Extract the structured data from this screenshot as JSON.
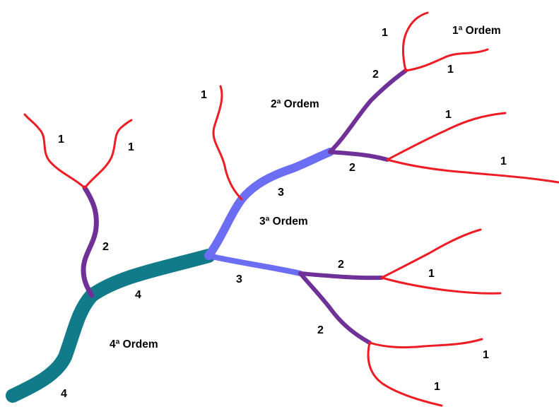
{
  "colors": {
    "order_1": "#ee1c24",
    "order_2": "#6f3198",
    "order_3": "#6b6ef2",
    "order_4": "#127b8a",
    "background": "#ffffff",
    "text": "#000000"
  },
  "order_labels": {
    "first": "1ª Ordem",
    "second": "2ª Ordem",
    "third": "3ª Ordem",
    "fourth": "4ª Ordem"
  },
  "stream_numbers": {
    "one": "1",
    "two": "2",
    "three": "3",
    "four": "4"
  }
}
